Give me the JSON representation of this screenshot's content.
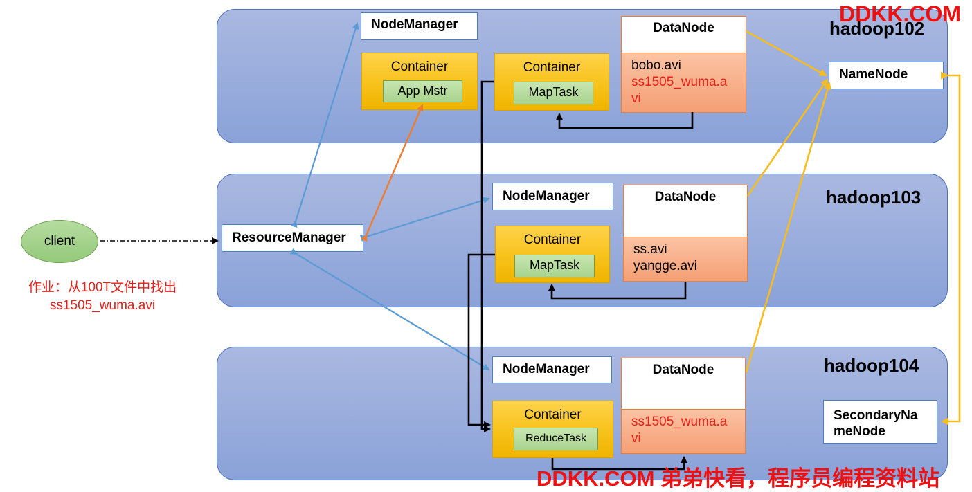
{
  "hosts": [
    {
      "name": "hadoop102"
    },
    {
      "name": "hadoop103"
    },
    {
      "name": "hadoop104"
    }
  ],
  "labels": {
    "node_manager": "NodeManager",
    "resource_manager": "ResourceManager",
    "name_node": "NameNode",
    "secondary_name_node_line1": "SecondaryNa",
    "secondary_name_node_line2": "meNode",
    "data_node": "DataNode",
    "container": "Container",
    "app_master": "App Mstr",
    "map_task": "MapTask",
    "reduce_task": "ReduceTask",
    "client": "client"
  },
  "datanodes": {
    "hadoop102": [
      {
        "text": "bobo.avi",
        "color": "black"
      },
      {
        "text": "ss1505_wuma.a",
        "color": "red"
      },
      {
        "text": "vi",
        "color": "red"
      }
    ],
    "hadoop103": [
      {
        "text": "ss.avi",
        "color": "black"
      },
      {
        "text": "yangge.avi",
        "color": "black"
      }
    ],
    "hadoop104": [
      {
        "text": "ss1505_wuma.a",
        "color": "red"
      },
      {
        "text": "vi",
        "color": "red"
      }
    ]
  },
  "homework": {
    "line1": "作业：从100T文件中找出",
    "line2": "ss1505_wuma.avi"
  },
  "watermarks": {
    "top": "DDKK.COM",
    "bottom": "DDKK.COM 弟弟快看，程序员编程资料站"
  },
  "colors": {
    "panel": "#97abdc",
    "container": "#f7c21a",
    "task": "#a9d38e",
    "datanode_files": "#f59f74",
    "arrow_blue": "#5b9bd5",
    "arrow_orange": "#ed7d31",
    "arrow_yellow": "#f5bd1f",
    "text_red": "#e8201a"
  }
}
